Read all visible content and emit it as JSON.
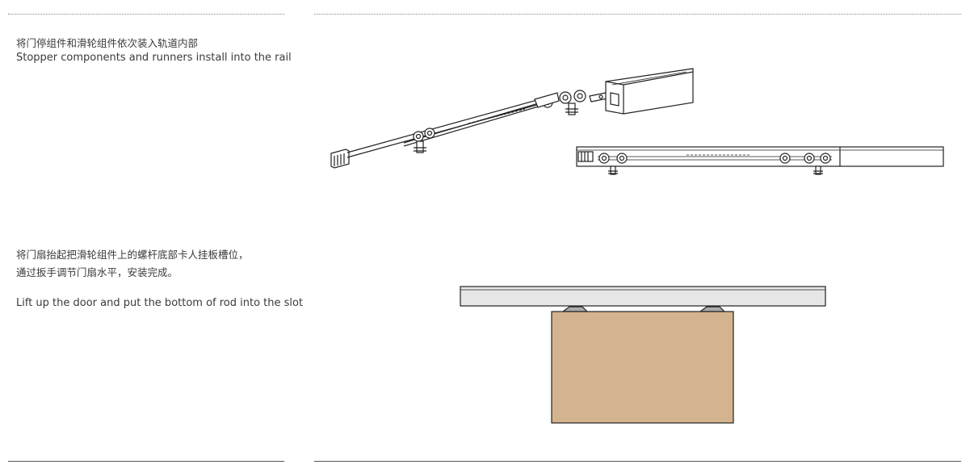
{
  "step1": {
    "zh": "将门停组件和滑轮组件依次装入轨道内部",
    "en": "Stopper components and runners install into the rail"
  },
  "step2": {
    "zh_line1": "将门扇抬起把滑轮组件上的螺杆底部卡人挂板槽位，",
    "zh_line2": "通过扳手调节门扇水平，安装完成。",
    "en": "Lift up the door and put the bottom of rod into the slot"
  },
  "colors": {
    "door_fill": "#d4b48e",
    "rail_fill": "#e6e6e6",
    "line": "#222222"
  }
}
